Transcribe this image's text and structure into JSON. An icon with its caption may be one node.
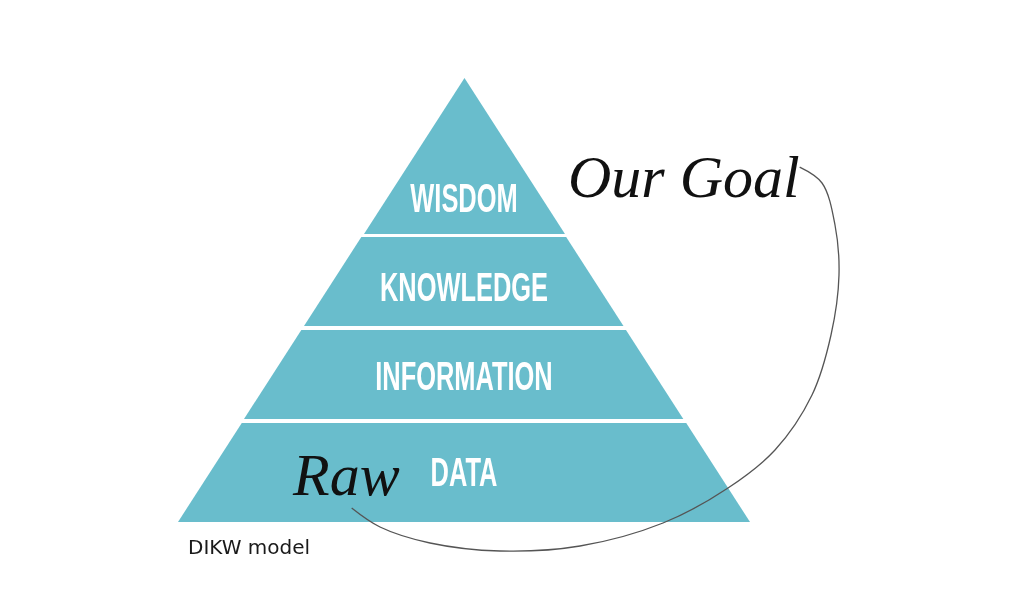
{
  "diagram": {
    "caption": "DIKW model",
    "nodes": [
      {
        "text": [
          "WISDOM"
        ]
      },
      {
        "text": [
          "KNOWLEDGE"
        ]
      },
      {
        "text": [
          "INFORMATION"
        ]
      },
      {
        "text": [
          "DATA"
        ]
      },
      {
        "text": [
          "Raw"
        ],
        "in": 3
      },
      {
        "text": [
          "Our Goal"
        ]
      }
    ],
    "edges": [
      {
        "from": 5,
        "to": 4,
        "arrow": "none"
      }
    ]
  }
}
